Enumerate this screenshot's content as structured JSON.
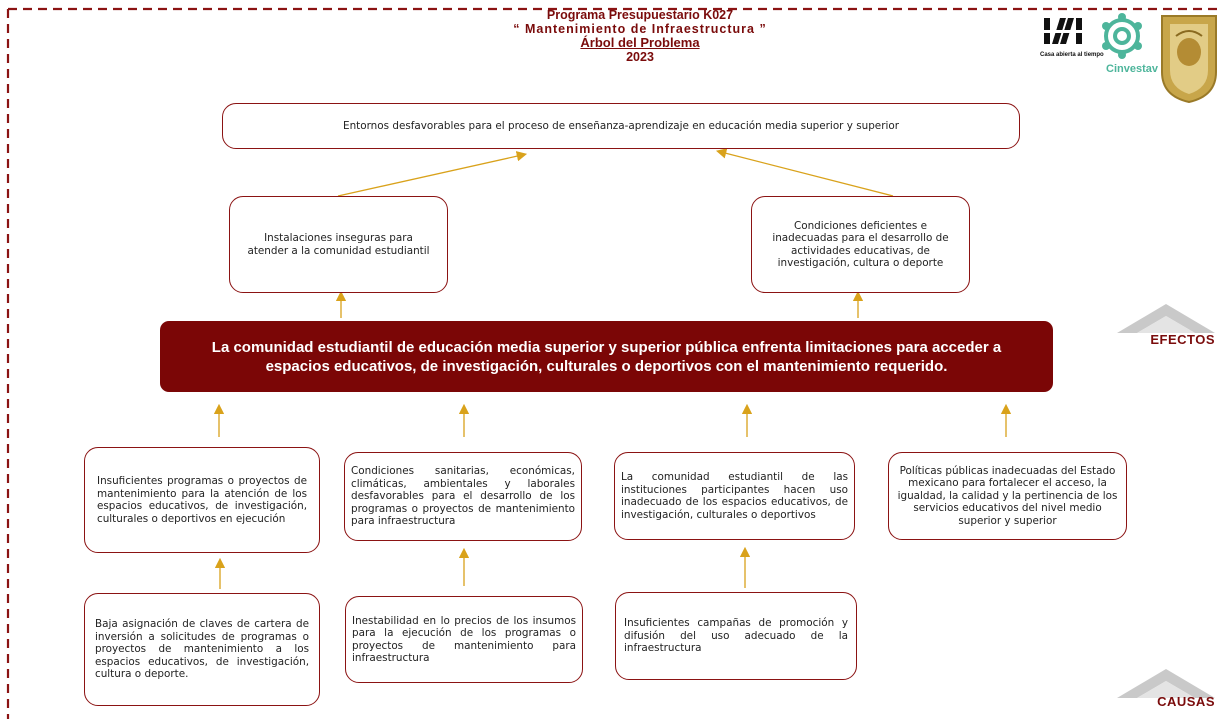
{
  "header": {
    "line1": "Programa  Presupuestario  K027",
    "line2": "“ Mantenimiento de Infraestructura ”",
    "line3": "Árbol del Problema",
    "line4": "2023"
  },
  "logos": {
    "uam_caption": "Casa abierta al tiempo",
    "cinvestav_caption": "Cinvestav"
  },
  "effects": {
    "top": "Entornos desfavorables para el proceso de enseñanza-aprendizaje en educación media superior y superior",
    "left": "Instalaciones inseguras para atender a la comunidad estudiantil",
    "right": "Condiciones deficientes e inadecuadas para el desarrollo de actividades educativas, de investigación, cultura o deporte"
  },
  "problem": "La comunidad estudiantil de educación media superior y superior pública enfrenta limitaciones para acceder a espacios educativos, de investigación, culturales o deportivos con el mantenimiento requerido.",
  "causes": [
    "Insuficientes programas o proyectos de mantenimiento para la atención de los espacios educativos, de investigación, culturales o deportivos en ejecución",
    "Condiciones sanitarias, económicas, climáticas, ambientales y laborales desfavorables para el desarrollo de los programas o proyectos de mantenimiento para infraestructura",
    "La comunidad estudiantil de las instituciones participantes hacen uso inadecuado de los espacios educativos, de investigación, culturales o deportivos",
    "Políticas públicas inadecuadas del Estado mexicano para fortalecer el acceso, la igualdad, la calidad y la pertinencia de los servicios educativos del nivel medio superior y superior"
  ],
  "sub_causes": [
    "Baja asignación de claves de cartera de inversión a solicitudes de programas o proyectos de mantenimiento a los espacios educativos, de investigación, cultura o deporte.",
    "Inestabilidad en lo precios de los insumos para la ejecución de los programas o proyectos de mantenimiento para infraestructura",
    "Insuficientes campañas de promoción y difusión del uso adecuado de la infraestructura"
  ],
  "labels": {
    "effects": "EFECTOS",
    "causes": "CAUSAS"
  },
  "colors": {
    "brand": "#7b0606",
    "border": "#8b1313",
    "arrow": "#d9a21b",
    "badge": "#c9c9c9"
  }
}
